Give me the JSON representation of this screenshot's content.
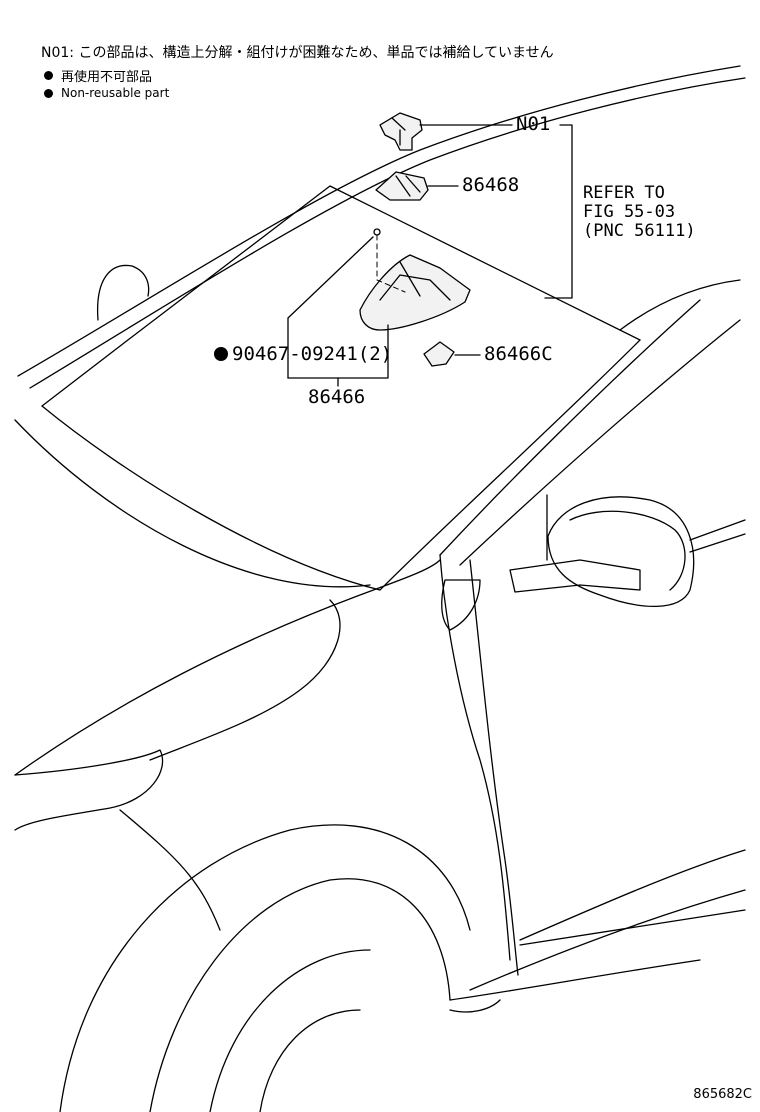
{
  "note": {
    "text": "N01: この部品は、構造上分解・組付けが困難なため、単品では補給していません"
  },
  "legend": {
    "jp": "再使用不可部品",
    "en": "Non-reusable part"
  },
  "parts": {
    "n01": "N01",
    "p86468": "86468",
    "p90467": "90467-09241(2)",
    "p86466": "86466",
    "p86466c": "86466C"
  },
  "refer": {
    "line1": "REFER TO",
    "line2": "FIG 55-03",
    "line3": "(PNC 56111)"
  },
  "reference_code": "865682C"
}
